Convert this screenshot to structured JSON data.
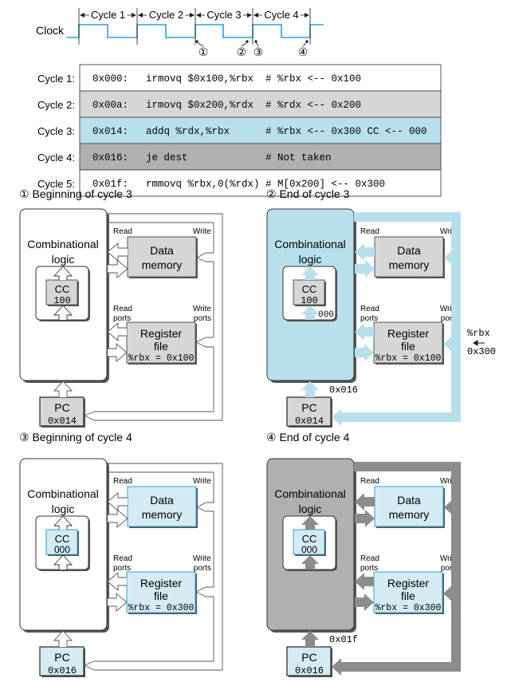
{
  "timing": {
    "clock_label": "Clock",
    "cycles": [
      "Cycle 1",
      "Cycle 2",
      "Cycle 3",
      "Cycle 4"
    ],
    "markers": [
      "①",
      "②",
      "③",
      "④"
    ],
    "clock_color": "#29a3d6"
  },
  "program": {
    "rows": [
      {
        "cycle": "Cycle 1:",
        "addr": "0x000:",
        "instr": "irmovq $0x100,%rbx",
        "comment": "# %rbx <-- 0x100",
        "fill": "#ffffff"
      },
      {
        "cycle": "Cycle 2:",
        "addr": "0x00a:",
        "instr": "irmovq $0x200,%rdx",
        "comment": "# %rdx <-- 0x200",
        "fill": "#d6d6d6"
      },
      {
        "cycle": "Cycle 3:",
        "addr": "0x014:",
        "instr": "addq %rdx,%rbx",
        "comment": "# %rbx <-- 0x300 CC <-- 000",
        "fill": "#b8e0ec"
      },
      {
        "cycle": "Cycle 4:",
        "addr": "0x016:",
        "instr": "je dest",
        "comment": "# Not taken",
        "fill": "#b0b0b0"
      },
      {
        "cycle": "Cycle 5:",
        "addr": "0x01f:",
        "instr": "rmmovq %rbx,0(%rdx)",
        "comment": "# M[0x200] <-- 0x300",
        "fill": "#ffffff"
      }
    ]
  },
  "panels": [
    {
      "title": "① Beginning of cycle 3",
      "logic_label_1": "Combinational",
      "logic_label_2": "logic",
      "cc_label": "CC",
      "cc_value": "100",
      "cc_next": "",
      "dm_label_1": "Data",
      "dm_label_2": "memory",
      "rf_label_1": "Register",
      "rf_label_2": "file",
      "rf_value": "%rbx = 0x100",
      "pc_label": "PC",
      "pc_value": "0x014",
      "pc_next": "",
      "read_label": "Read",
      "write_label": "Write",
      "read_ports_1": "Read",
      "read_ports_2": "ports",
      "write_ports_1": "Write",
      "write_ports_2": "ports",
      "reg_update_1": "",
      "reg_update_2": "",
      "style": "idle-gray"
    },
    {
      "title": "② End of cycle 3",
      "logic_label_1": "Combinational",
      "logic_label_2": "logic",
      "cc_label": "CC",
      "cc_value": "100",
      "cc_next": "000",
      "dm_label_1": "Data",
      "dm_label_2": "memory",
      "rf_label_1": "Register",
      "rf_label_2": "file",
      "rf_value": "%rbx = 0x100",
      "pc_label": "PC",
      "pc_value": "0x014",
      "pc_next": "0x016",
      "read_label": "Read",
      "write_label": "Write",
      "read_ports_1": "Read",
      "read_ports_2": "ports",
      "write_ports_1": "Write",
      "write_ports_2": "ports",
      "reg_update_1": "%rbx",
      "reg_update_2": "0x300",
      "style": "active-blue"
    },
    {
      "title": "③ Beginning of cycle 4",
      "logic_label_1": "Combinational",
      "logic_label_2": "logic",
      "cc_label": "CC",
      "cc_value": "000",
      "cc_next": "",
      "dm_label_1": "Data",
      "dm_label_2": "memory",
      "rf_label_1": "Register",
      "rf_label_2": "file",
      "rf_value": "%rbx = 0x300",
      "pc_label": "PC",
      "pc_value": "0x016",
      "pc_next": "",
      "read_label": "Read",
      "write_label": "Write",
      "read_ports_1": "Read",
      "read_ports_2": "ports",
      "write_ports_1": "Write",
      "write_ports_2": "ports",
      "reg_update_1": "",
      "reg_update_2": "",
      "style": "idle-blue"
    },
    {
      "title": "④ End of cycle 4",
      "logic_label_1": "Combinational",
      "logic_label_2": "logic",
      "cc_label": "CC",
      "cc_value": "000",
      "cc_next": "",
      "dm_label_1": "Data",
      "dm_label_2": "memory",
      "rf_label_1": "Register",
      "rf_label_2": "file",
      "rf_value": "%rbx = 0x300",
      "pc_label": "PC",
      "pc_value": "0x016",
      "pc_next": "0x01f",
      "read_label": "Read",
      "write_label": "Write",
      "read_ports_1": "Read",
      "read_ports_2": "ports",
      "write_ports_1": "Write",
      "write_ports_2": "ports",
      "reg_update_1": "",
      "reg_update_2": "",
      "style": "active-gray"
    }
  ],
  "colors": {
    "blue_fill": "#b8e0ec",
    "light_blue_box": "#d4ebf3",
    "blue_border": "#29a3d6",
    "gray_box": "#d6d6d6",
    "dark_gray": "#b0b0b0",
    "gray_wire": "#8c8c8c"
  }
}
